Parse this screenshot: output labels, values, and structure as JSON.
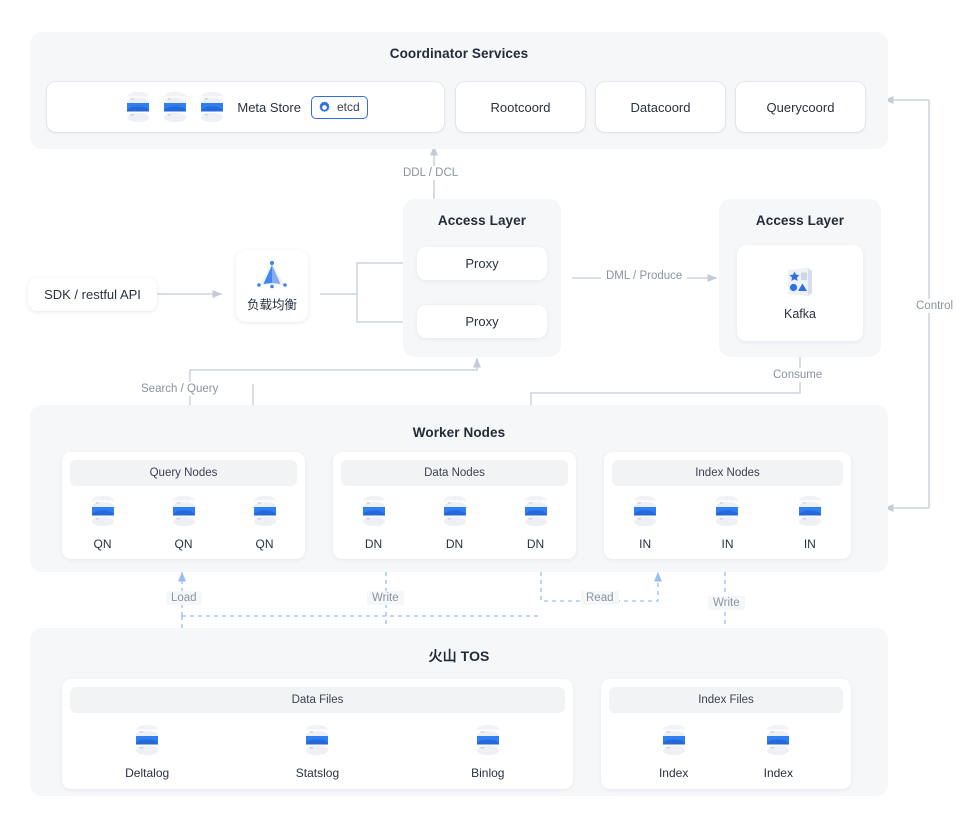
{
  "coordinator": {
    "title": "Coordinator Services",
    "meta_store": {
      "label": "Meta Store",
      "etcd_label": "etcd",
      "db_icon": "database-icon",
      "gear_icon": "etcd-gear-icon",
      "db_count": 3
    },
    "services": [
      "Rootcoord",
      "Datacoord",
      "Querycoord"
    ]
  },
  "entry": {
    "sdk_label": "SDK / restful API",
    "load_balancer_label": "负载均衡",
    "load_balancer_icon": "load-balancer-pyramid-icon"
  },
  "access_layer_left": {
    "title": "Access Layer",
    "proxies": [
      "Proxy",
      "Proxy"
    ]
  },
  "access_layer_right": {
    "title": "Access Layer",
    "broker_label": "Kafka",
    "broker_icon": "kafka-icon"
  },
  "worker_nodes": {
    "title": "Worker Nodes",
    "groups": [
      {
        "title": "Query Nodes",
        "nodes": [
          "QN",
          "QN",
          "QN"
        ],
        "icon": "database-icon"
      },
      {
        "title": "Data Nodes",
        "nodes": [
          "DN",
          "DN",
          "DN"
        ],
        "icon": "database-icon"
      },
      {
        "title": "Index Nodes",
        "nodes": [
          "IN",
          "IN",
          "IN"
        ],
        "icon": "database-icon"
      }
    ]
  },
  "storage": {
    "title": "火山 TOS",
    "groups": [
      {
        "title": "Data Files",
        "nodes": [
          "Deltalog",
          "Statslog",
          "Binlog"
        ],
        "icon": "database-icon"
      },
      {
        "title": "Index Files",
        "nodes": [
          "Index",
          "Index"
        ],
        "icon": "database-icon"
      }
    ]
  },
  "edges": {
    "ddl_dcl": "DDL / DCL",
    "dml_produce": "DML / Produce",
    "consume": "Consume",
    "control": "Control",
    "search_query": "Search / Query",
    "load": "Load",
    "write_data": "Write",
    "read": "Read",
    "write_index": "Write"
  },
  "colors": {
    "panel_bg": "#f6f7f9",
    "card_bg": "#ffffff",
    "wire": "#c3cbd8",
    "wire_dashed": "#9cbdf0",
    "accent_blue": "#2f6fe4",
    "text": "#2a3240",
    "muted_text": "#8a93a3"
  }
}
